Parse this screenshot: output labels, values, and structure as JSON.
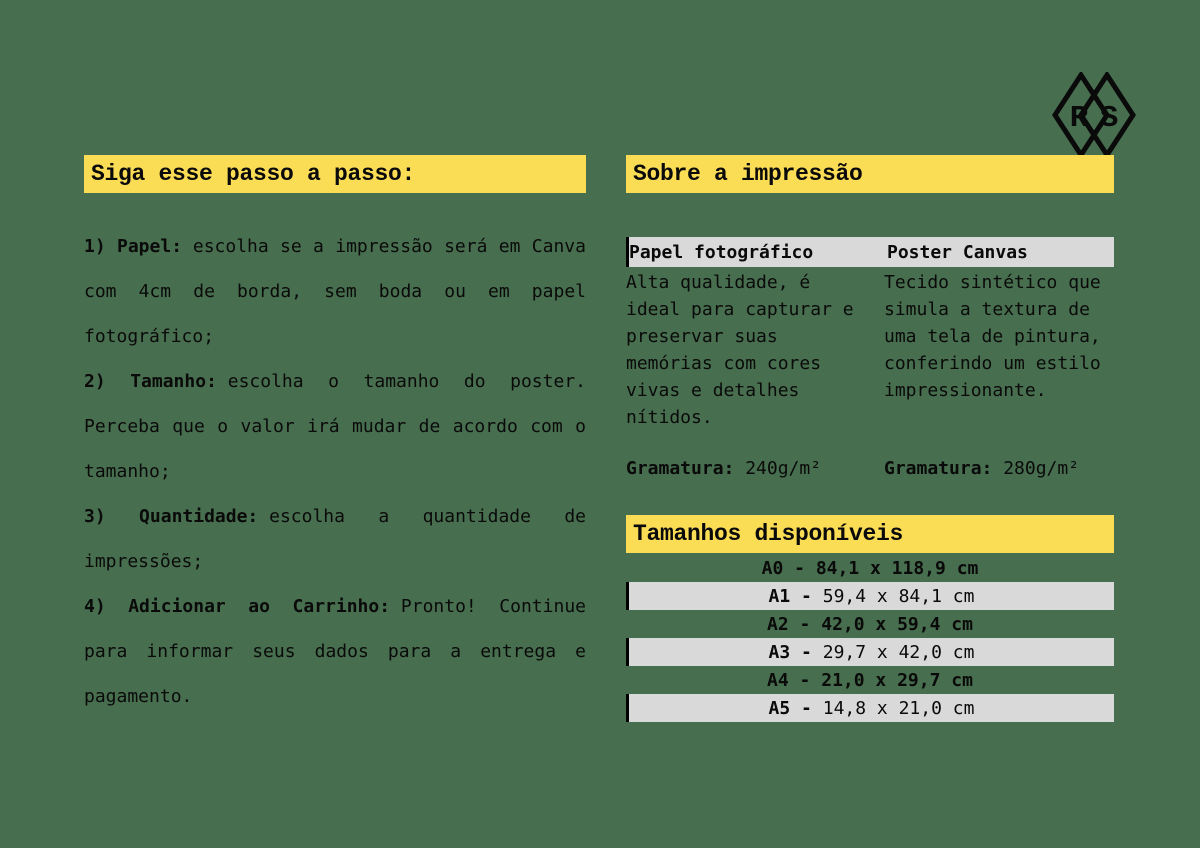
{
  "page": {
    "background_color": "#476E4E",
    "highlight_yellow": "#FBDC55",
    "row_gray": "#D9D9D9",
    "text_color": "#0A0A0A"
  },
  "logo": {
    "letters": {
      "left": "R",
      "right": "S"
    }
  },
  "steps_section": {
    "title": "Siga esse passo a passo:",
    "steps": [
      {
        "label": "1) Papel:",
        "text": "escolha se a impressão será em Canva com 4cm de borda, sem boda ou em papel fotográfico;"
      },
      {
        "label": "2) Tamanho:",
        "text": "escolha o tamanho do poster. Perceba que o valor irá mudar de acordo com o tamanho;"
      },
      {
        "label": "3) Quantidade:",
        "text": "escolha a quantidade de impressões;"
      },
      {
        "label": "4) Adicionar ao Carrinho:",
        "text": "Pronto! Continue para informar seus dados para a entrega e pagamento."
      }
    ]
  },
  "about_section": {
    "title": "Sobre a impressão",
    "columns": [
      {
        "header": "Papel fotográfico",
        "description": "Alta qualidade, é ideal para capturar e preservar suas memórias com cores vivas e detalhes nítidos.",
        "weight_label": "Gramatura:",
        "weight_value": "240g/m²"
      },
      {
        "header": "Poster Canvas",
        "description": "Tecido sintético que simula a textura de uma tela de pintura, conferindo um estilo impressionante.",
        "weight_label": "Gramatura:",
        "weight_value": "280g/m²"
      }
    ]
  },
  "sizes_section": {
    "title": "Tamanhos disponíveis",
    "rows": [
      {
        "label": "A0 -",
        "dims": "84,1 x 118,9 cm"
      },
      {
        "label": "A1 -",
        "dims": "59,4 x 84,1 cm"
      },
      {
        "label": "A2 -",
        "dims": "42,0 x 59,4 cm"
      },
      {
        "label": "A3 -",
        "dims": "29,7 x 42,0 cm"
      },
      {
        "label": "A4 -",
        "dims": "21,0 x 29,7 cm"
      },
      {
        "label": "A5 -",
        "dims": "14,8 x 21,0 cm"
      }
    ]
  }
}
